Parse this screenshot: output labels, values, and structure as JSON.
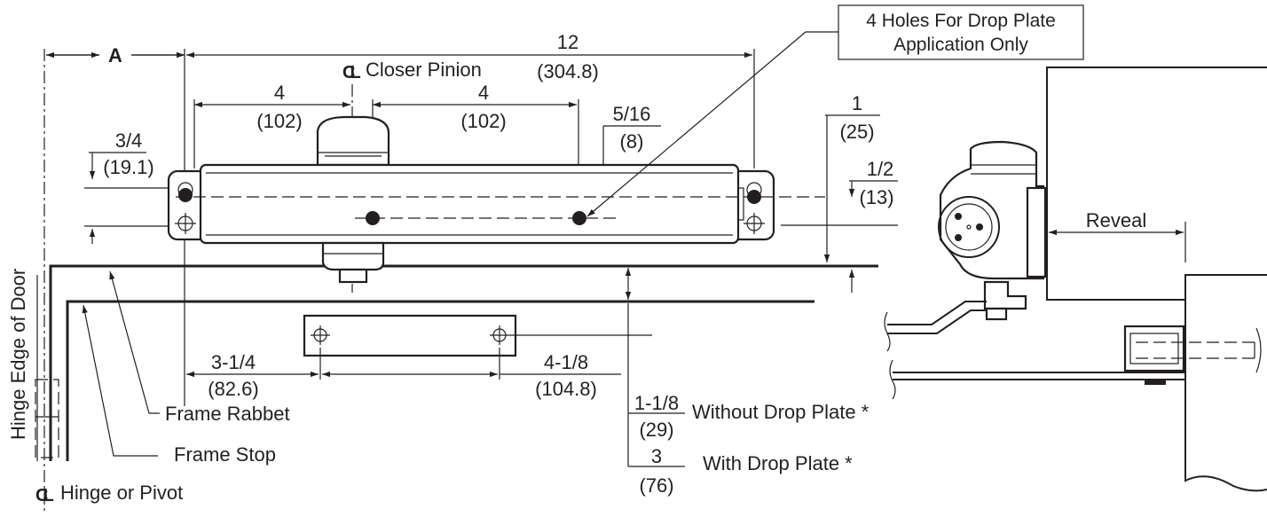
{
  "labels": {
    "dim_a": "A",
    "dim_12": "12",
    "dim_12_mm": "(304.8)",
    "closer_pinion": "Closer Pinion",
    "centerline_symbol": "CL",
    "dim_4_left": "4",
    "dim_4_left_mm": "(102)",
    "dim_4_right": "4",
    "dim_4_right_mm": "(102)",
    "dim_5_16": "5/16",
    "dim_5_16_mm": "(8)",
    "dim_3_4": "3/4",
    "dim_3_4_mm": "(19.1)",
    "dim_1": "1",
    "dim_1_mm": "(25)",
    "dim_1_2": "1/2",
    "dim_1_2_mm": "(13)",
    "holes_note_line1": "4 Holes For Drop Plate",
    "holes_note_line2": "Application Only",
    "dim_3_1_4": "3-1/4",
    "dim_3_1_4_mm": "(82.6)",
    "dim_4_1_8": "4-1/8",
    "dim_4_1_8_mm": "(104.8)",
    "dim_1_1_8": "1-1/8",
    "dim_1_1_8_mm": "(29)",
    "without_drop_plate": "Without Drop Plate *",
    "dim_3": "3",
    "dim_3_mm": "(76)",
    "with_drop_plate": "With Drop Plate *",
    "frame_rabbet": "Frame Rabbet",
    "frame_stop": "Frame Stop",
    "hinge_or_pivot": "Hinge or Pivot",
    "hinge_edge_of_door": "Hinge Edge of Door",
    "reveal": "Reveal"
  }
}
